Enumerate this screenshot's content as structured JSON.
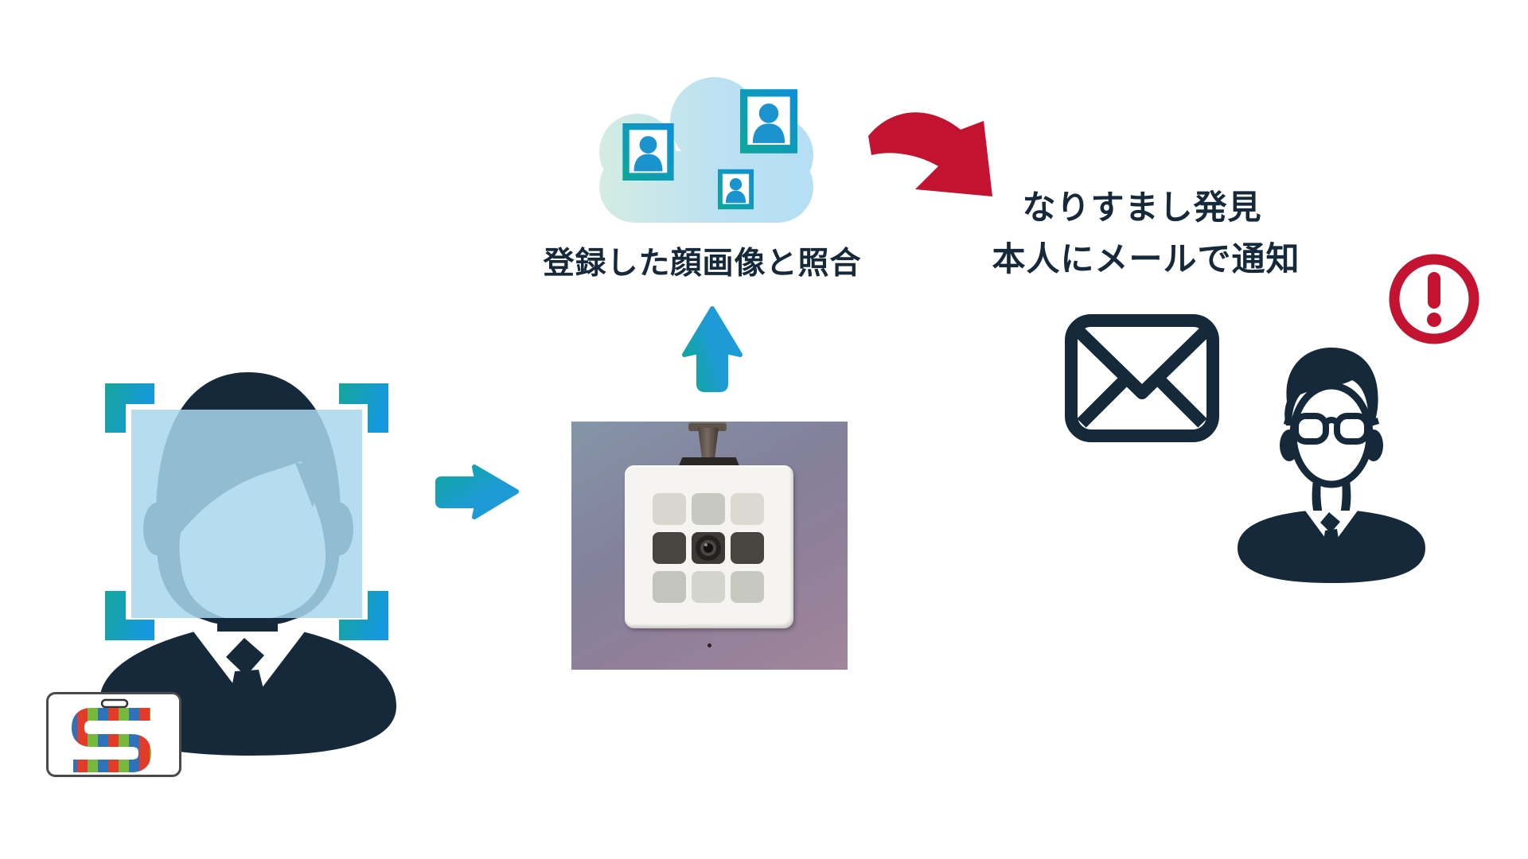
{
  "diagram": {
    "captions": {
      "cloud_match": "登録した顔画像と照合",
      "alert_line1": "なりすまし発見",
      "alert_line2": "本人にメールで通知"
    },
    "badge": {
      "logo_letter": "S",
      "logo_colors": [
        "#E23B28",
        "#76B93D",
        "#2E73BA"
      ]
    },
    "icons": [
      "face-detection-person-icon",
      "id-badge-icon",
      "arrow-right-icon",
      "camera-photo",
      "arrow-up-icon",
      "cloud-face-database-icon",
      "curved-arrow-icon",
      "mail-icon",
      "person-glasses-icon",
      "alert-exclamation-icon"
    ],
    "colors": {
      "ink_navy": "#15293A",
      "accent_teal": "#14A59C",
      "accent_blue": "#1E9AD6",
      "alert_red": "#C41331",
      "cloud_fill_left": "#D5ECE2",
      "cloud_fill_right": "#B5DEF4",
      "face_box_fill": "rgba(168,214,236,0.85)",
      "frame_person_blue": "#1B93CE"
    }
  }
}
